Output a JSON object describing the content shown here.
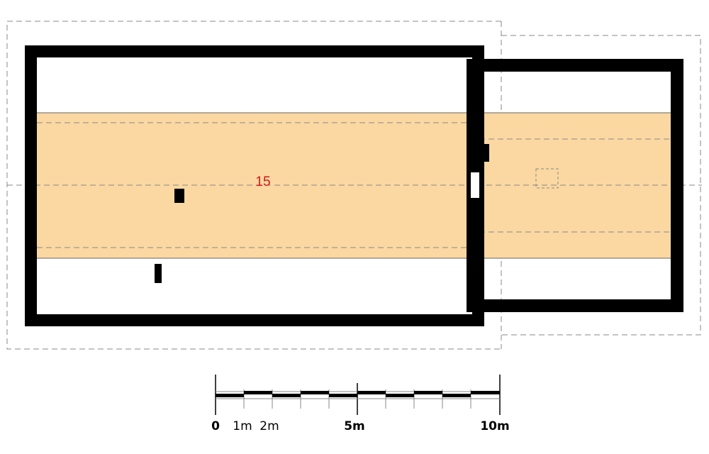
{
  "plan": {
    "room_label": "15",
    "colors": {
      "wall": "#000000",
      "highlight": "#fbd8a2",
      "label": "#d4141c",
      "dashed": "#888888"
    }
  },
  "scale_bar": {
    "unit": "m",
    "labels": [
      {
        "text": "0",
        "bold": true
      },
      {
        "text": "1m",
        "bold": false
      },
      {
        "text": "2m",
        "bold": false
      },
      {
        "text": "5m",
        "bold": true
      },
      {
        "text": "10m",
        "bold": true
      }
    ]
  }
}
